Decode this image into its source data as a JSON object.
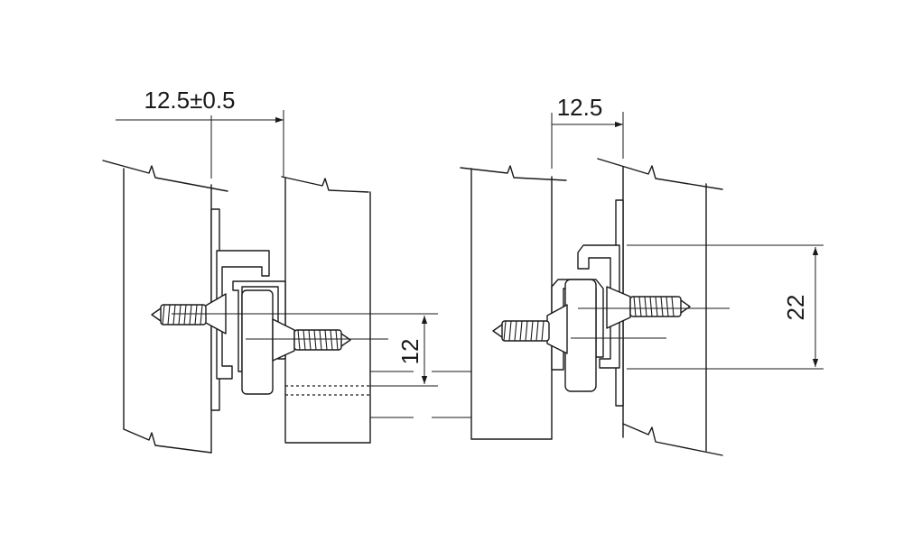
{
  "dimensions": {
    "left_width": "12.5±0.5",
    "right_width": "12.5",
    "left_height": "12",
    "right_height": "22"
  }
}
